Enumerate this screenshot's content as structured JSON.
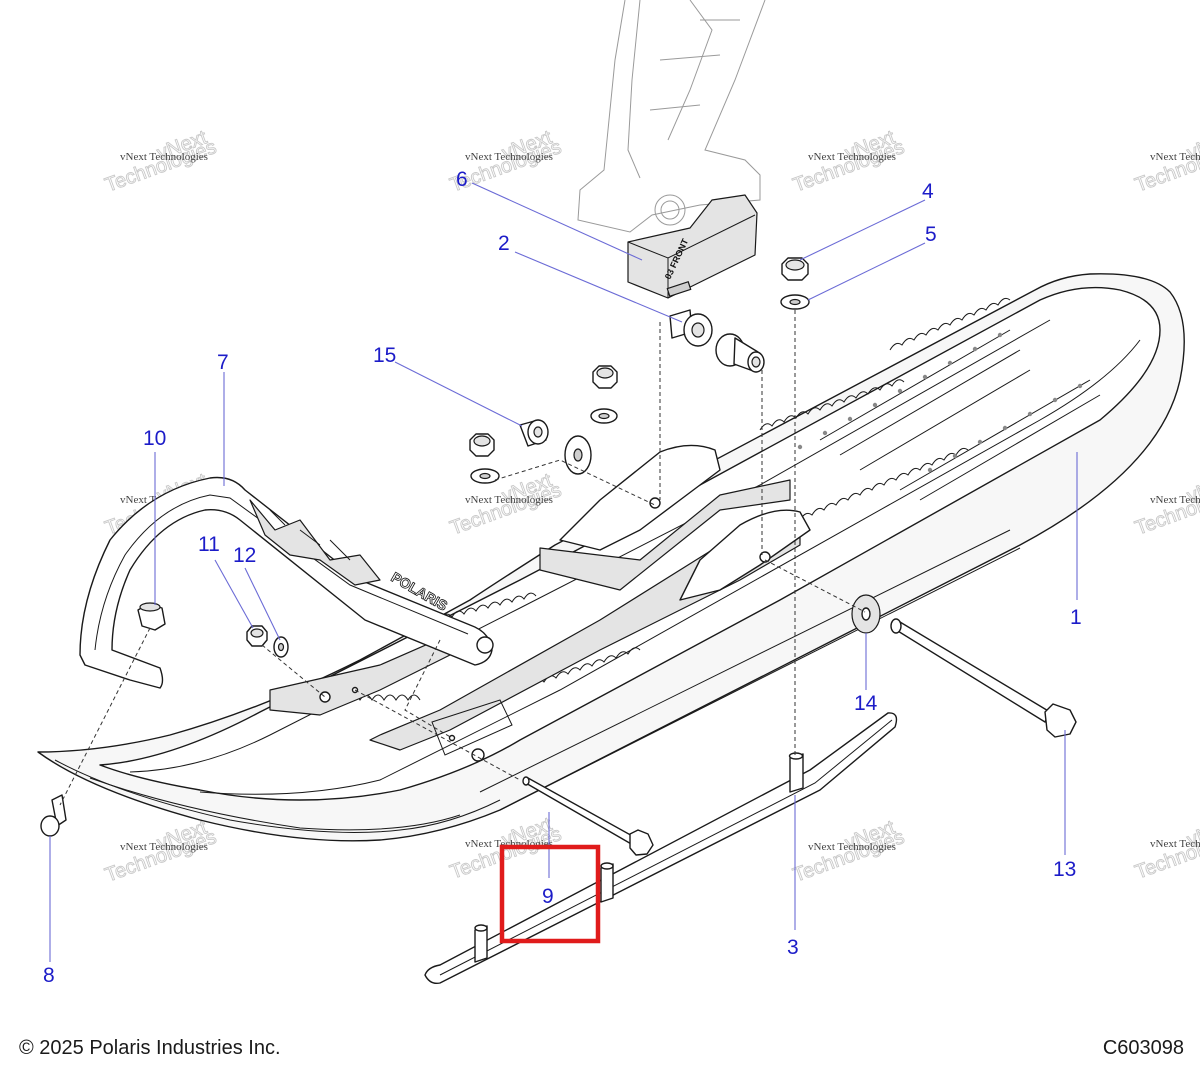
{
  "diagram": {
    "callouts": [
      "1",
      "2",
      "3",
      "4",
      "5",
      "6",
      "7",
      "8",
      "9",
      "10",
      "11",
      "12",
      "13",
      "14",
      "15"
    ],
    "watermark": {
      "line1": "vNext Technologies",
      "line2": "vNext",
      "line3": "Technologies"
    },
    "stamps": {
      "bracket_logo": "POLARIS",
      "saddle_marking": "03 FRONT"
    },
    "highlight_color": "#e01b1b",
    "callout_color": "#1c1cc8"
  },
  "footer": {
    "copyright": "© 2025 Polaris Industries Inc.",
    "drawing_code": "C603098"
  }
}
